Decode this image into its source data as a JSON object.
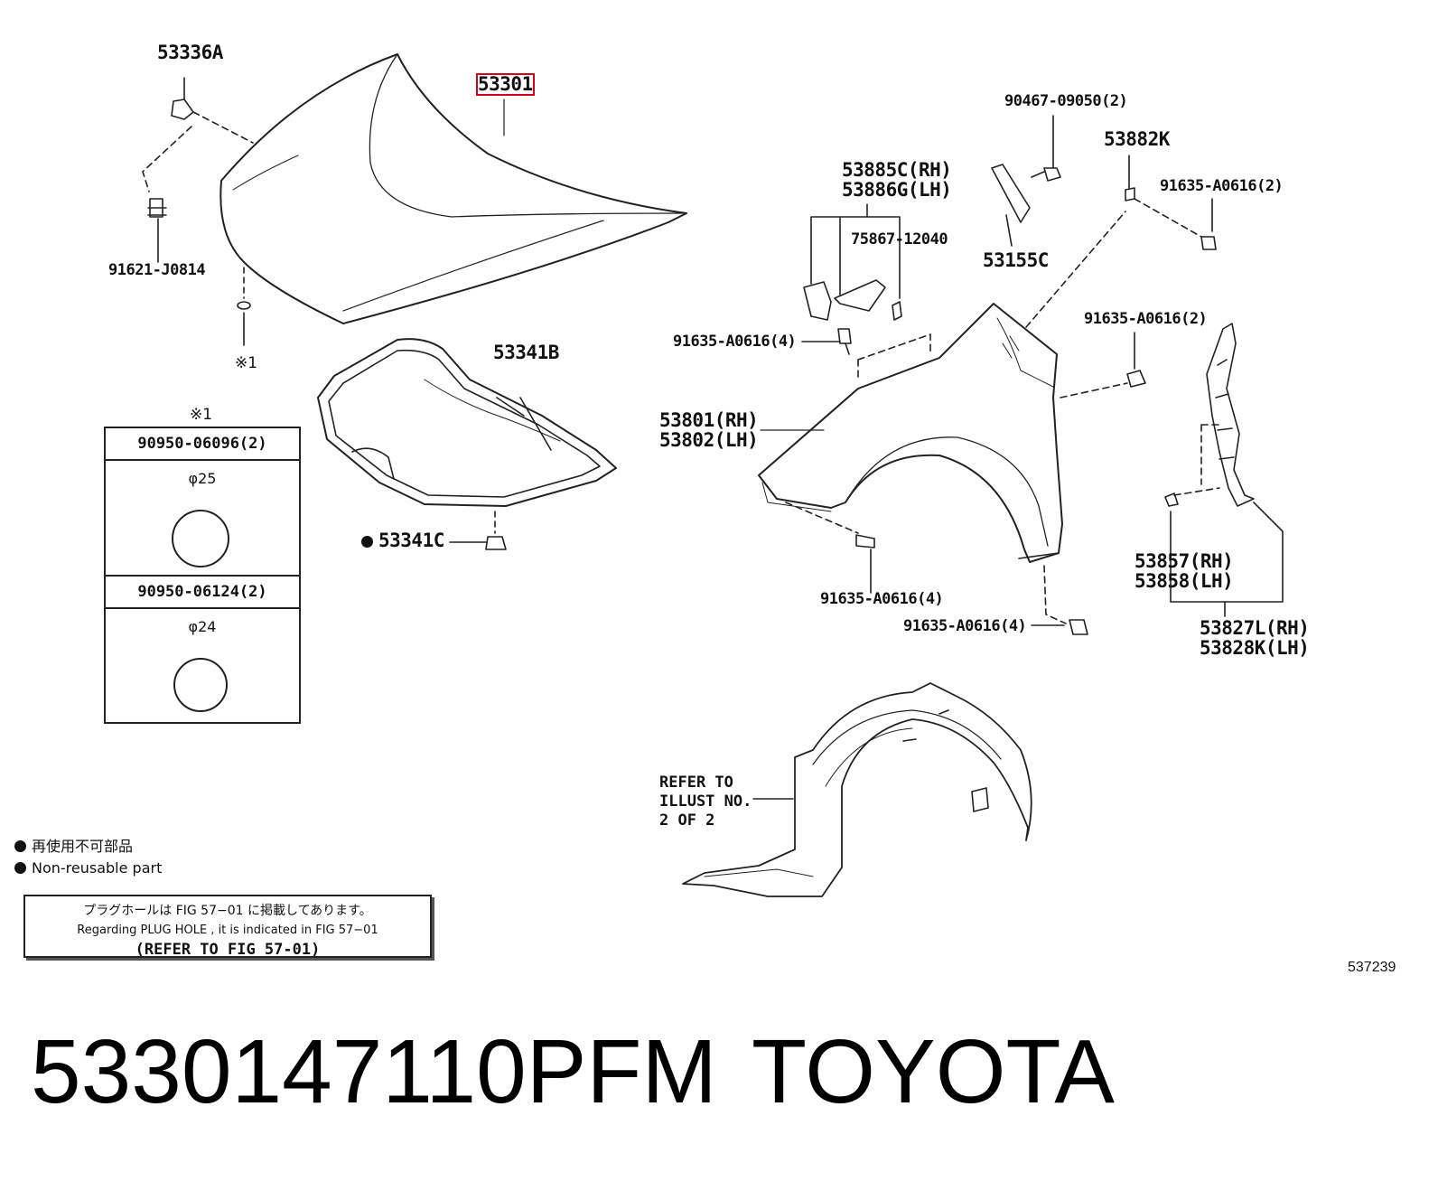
{
  "callouts": {
    "c53336a": "53336A",
    "c53301": "53301",
    "c91621": "91621-J0814",
    "mark1": "※1",
    "c53341b": "53341B",
    "c53341c": "53341C",
    "c90467": "90467-09050(2)",
    "c53882k": "53882K",
    "c53885c": "53885C(RH)",
    "c53886g": "53886G(LH)",
    "c91635_top": "91635-A0616(2)",
    "c75867": "75867-12040",
    "c53155c": "53155C",
    "c91635_mid": "91635-A0616(2)",
    "c91635_left4": "91635-A0616(4)",
    "c53801": "53801(RH)",
    "c53802": "53802(LH)",
    "c53857": "53857(RH)",
    "c53858": "53858(LH)",
    "c91635_b1": "91635-A0616(4)",
    "c91635_b2": "91635-A0616(4)",
    "c53827l": "53827L(RH)",
    "c53828k": "53828K(LH)"
  },
  "plug_table": {
    "title_mark": "※1",
    "rows": [
      {
        "part": "90950-06096(2)",
        "diameter": "φ25"
      },
      {
        "part": "90950-06124(2)",
        "diameter": "φ24"
      }
    ]
  },
  "refer_note": "REFER TO\nILLUST NO.\n2 OF 2",
  "legend": {
    "jp": "再使用不可部品",
    "en": "Non-reusable part"
  },
  "ref_box": {
    "line1": "プラグホールは FIG 57−01 に掲載してあります。",
    "line2": "Regarding  PLUG  HOLE , it is indicated in  FIG  57−01",
    "line3": "(REFER TO FIG 57-01)"
  },
  "figure_number": "537239",
  "title": {
    "part_number": "5330147110PFM",
    "brand": "TOYOTA"
  }
}
